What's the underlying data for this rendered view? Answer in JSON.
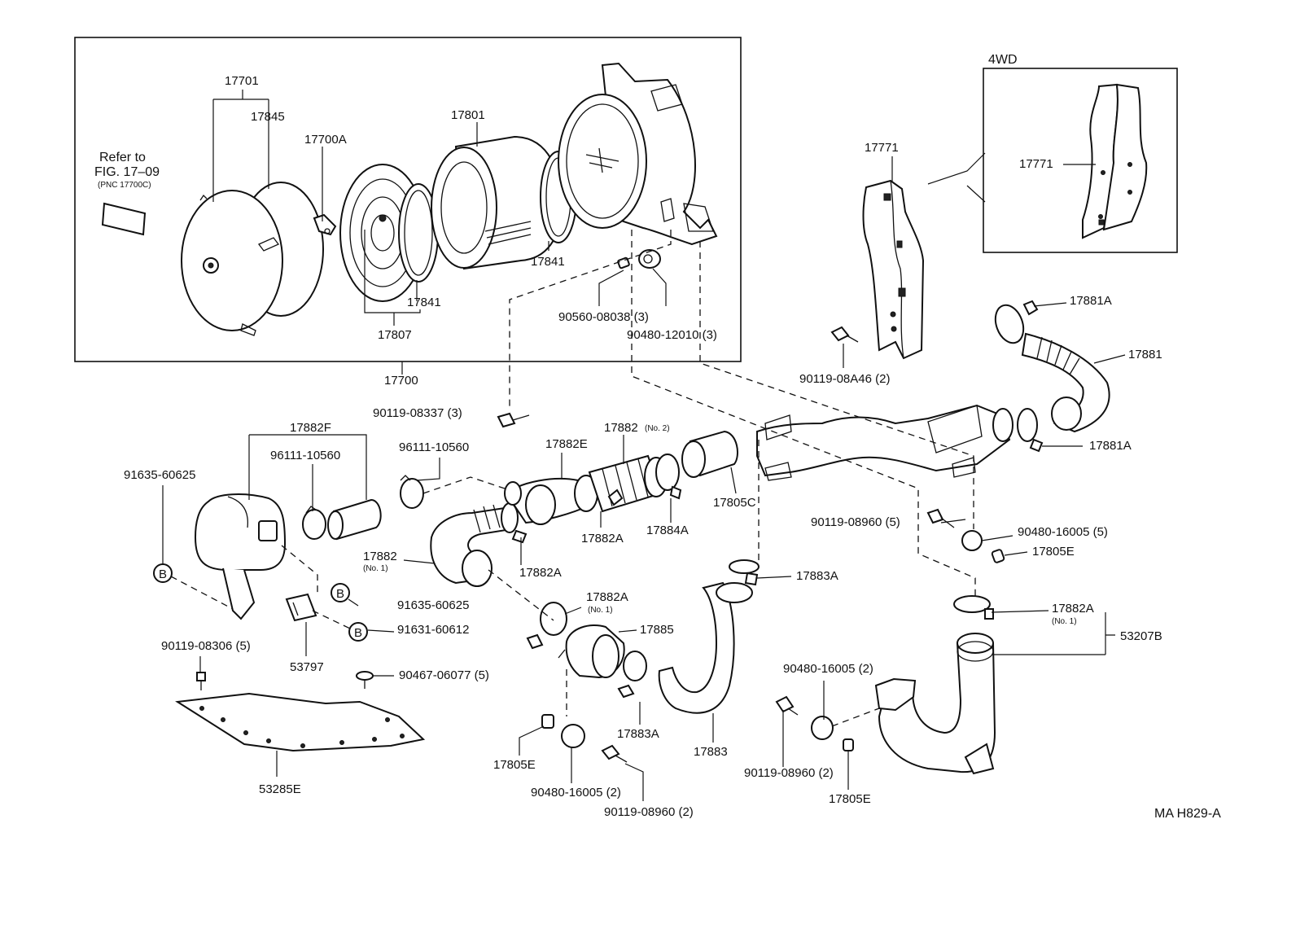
{
  "diagram_code": "MA H829-A",
  "refer_note": {
    "line1": "Refer to",
    "line2": "FIG. 17–09",
    "line3": "(PNC 17700C)"
  },
  "variant_label": "4WD",
  "circle_marker": "B",
  "parts": {
    "p17701": "17701",
    "p17845": "17845",
    "p17700A": "17700A",
    "p17801": "17801",
    "p17841_top": "17841",
    "p17841_bottom": "17841",
    "p17807": "17807",
    "p17700": "17700",
    "p90560": "90560-08038 (3)",
    "p90480_12010": "90480-12010 (3)",
    "p90119_08337": "90119-08337 (3)",
    "p17771_main": "17771",
    "p17771_4wd": "17771",
    "p90119_08A46": "90119-08A46 (2)",
    "p17881A_top": "17881A",
    "p17881": "17881",
    "p17881A_bottom": "17881A",
    "p17882F": "17882F",
    "p96111_left": "96111-10560",
    "p96111_right": "96111-10560",
    "p91635_top": "91635-60625",
    "p17882E": "17882E",
    "p17882_no2": "17882",
    "p17882_no2_note": "(No. 2)",
    "p17805C": "17805C",
    "p17882A_a": "17882A",
    "p17884A": "17884A",
    "p17882_no1": "17882",
    "p17882_no1_note": "(No. 1)",
    "p17882A_b": "17882A",
    "p90119_08960_5": "90119-08960 (5)",
    "p90480_16005_5": "90480-16005 (5)",
    "p17805E_right": "17805E",
    "p17883A_top": "17883A",
    "p91635_mid": "91635-60625",
    "p91631": "91631-60612",
    "p17882A_no1": "17882A",
    "p17882A_no1_note": "(No. 1)",
    "p17885": "17885",
    "p17882A_right": "17882A",
    "p17882A_right_note": "(No. 1)",
    "p53207B": "53207B",
    "p90119_08306": "90119-08306 (5)",
    "p53797": "53797",
    "p90467": "90467-06077 (5)",
    "p90480_16005_2a": "90480-16005 (2)",
    "p17883A_bottom": "17883A",
    "p17883": "17883",
    "p90119_08960_2a": "90119-08960 (2)",
    "p53285E": "53285E",
    "p17805E_left": "17805E",
    "p90480_16005_2b": "90480-16005 (2)",
    "p90119_08960_2b": "90119-08960 (2)",
    "p17805E_bottom": "17805E"
  }
}
